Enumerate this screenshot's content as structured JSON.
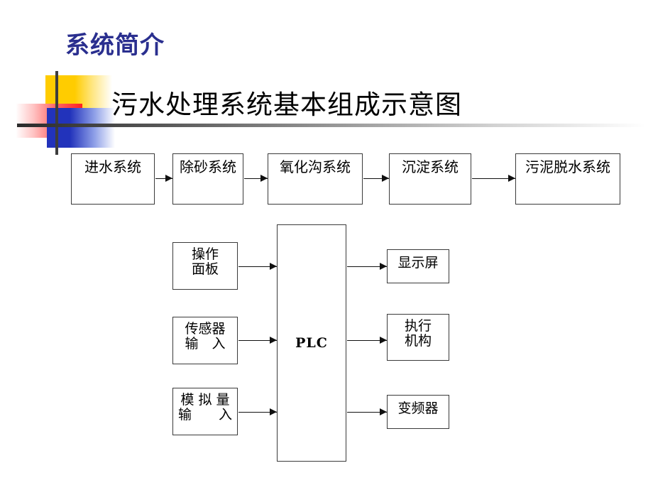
{
  "slide": {
    "title": "系统简介",
    "title_color": "#2a2f8f",
    "heading": "污水处理系统基本组成示意图",
    "heading_color": "#000000"
  },
  "decor": {
    "yellow": "#ffcc00",
    "red": "#ff2020",
    "blue": "#2233bb",
    "rule": "#2b2b2b"
  },
  "process_flow": {
    "boxes": [
      {
        "id": "inlet",
        "label": "进水系统"
      },
      {
        "id": "degrit",
        "label": "除砂系统"
      },
      {
        "id": "oxiditch",
        "label": "氧化沟系统"
      },
      {
        "id": "settle",
        "label": "沉淀系统"
      },
      {
        "id": "sludge",
        "label": "污泥脱水系统"
      }
    ]
  },
  "control_diagram": {
    "controller": {
      "label": "PLC"
    },
    "inputs": [
      {
        "id": "panel",
        "label": "操作\n面板"
      },
      {
        "id": "sensor",
        "label": "传感器\n输　入"
      },
      {
        "id": "analog",
        "label": "模 拟 量\n输　　入"
      }
    ],
    "outputs": [
      {
        "id": "display",
        "label": "显示屏"
      },
      {
        "id": "actuator",
        "label": "执行\n机构"
      },
      {
        "id": "vfd",
        "label": "变频器"
      }
    ]
  }
}
